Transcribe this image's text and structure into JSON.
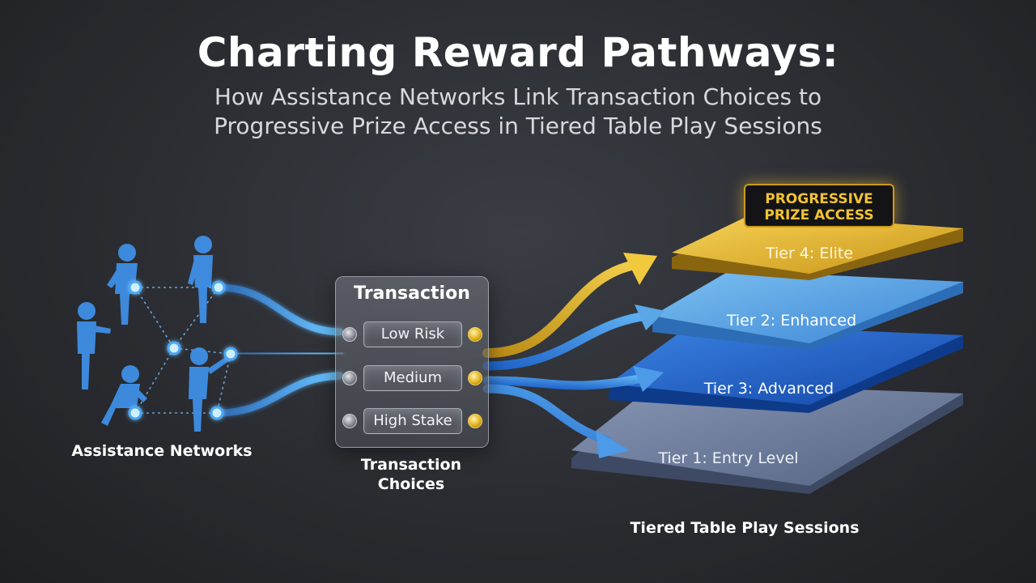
{
  "header": {
    "title": "Charting Reward Pathways:",
    "subtitle_line1": "How Assistance Networks Link Transaction Choices to",
    "subtitle_line2": "Progressive Prize Access in Tiered Table Play Sessions"
  },
  "network": {
    "label": "Assistance Networks",
    "icons": [
      "person-icon",
      "node-icon"
    ]
  },
  "transaction_panel": {
    "title": "Transaction",
    "options": [
      "Low Risk",
      "Medium",
      "High Stake"
    ],
    "label_line1": "Transaction",
    "label_line2": "Choices"
  },
  "tiers": {
    "badge_line1": "PROGRESSIVE",
    "badge_line2": "PRIZE ACCESS",
    "elite": "Tier 4: Elite",
    "enhanced": "Tier 2: Enhanced",
    "advanced": "Tier 3: Advanced",
    "entry": "Tier 1: Entry Level",
    "label": "Tiered Table Play Sessions"
  },
  "colors": {
    "background": "#2a2c31",
    "network_blue": "#3f8fe6",
    "glow_cyan": "#7fd8ff",
    "gold": "#e7b62a",
    "tier_light_blue": "#5aa6e6",
    "tier_deep_blue": "#1f5fc8",
    "tier_steel": "#5a6a90"
  }
}
